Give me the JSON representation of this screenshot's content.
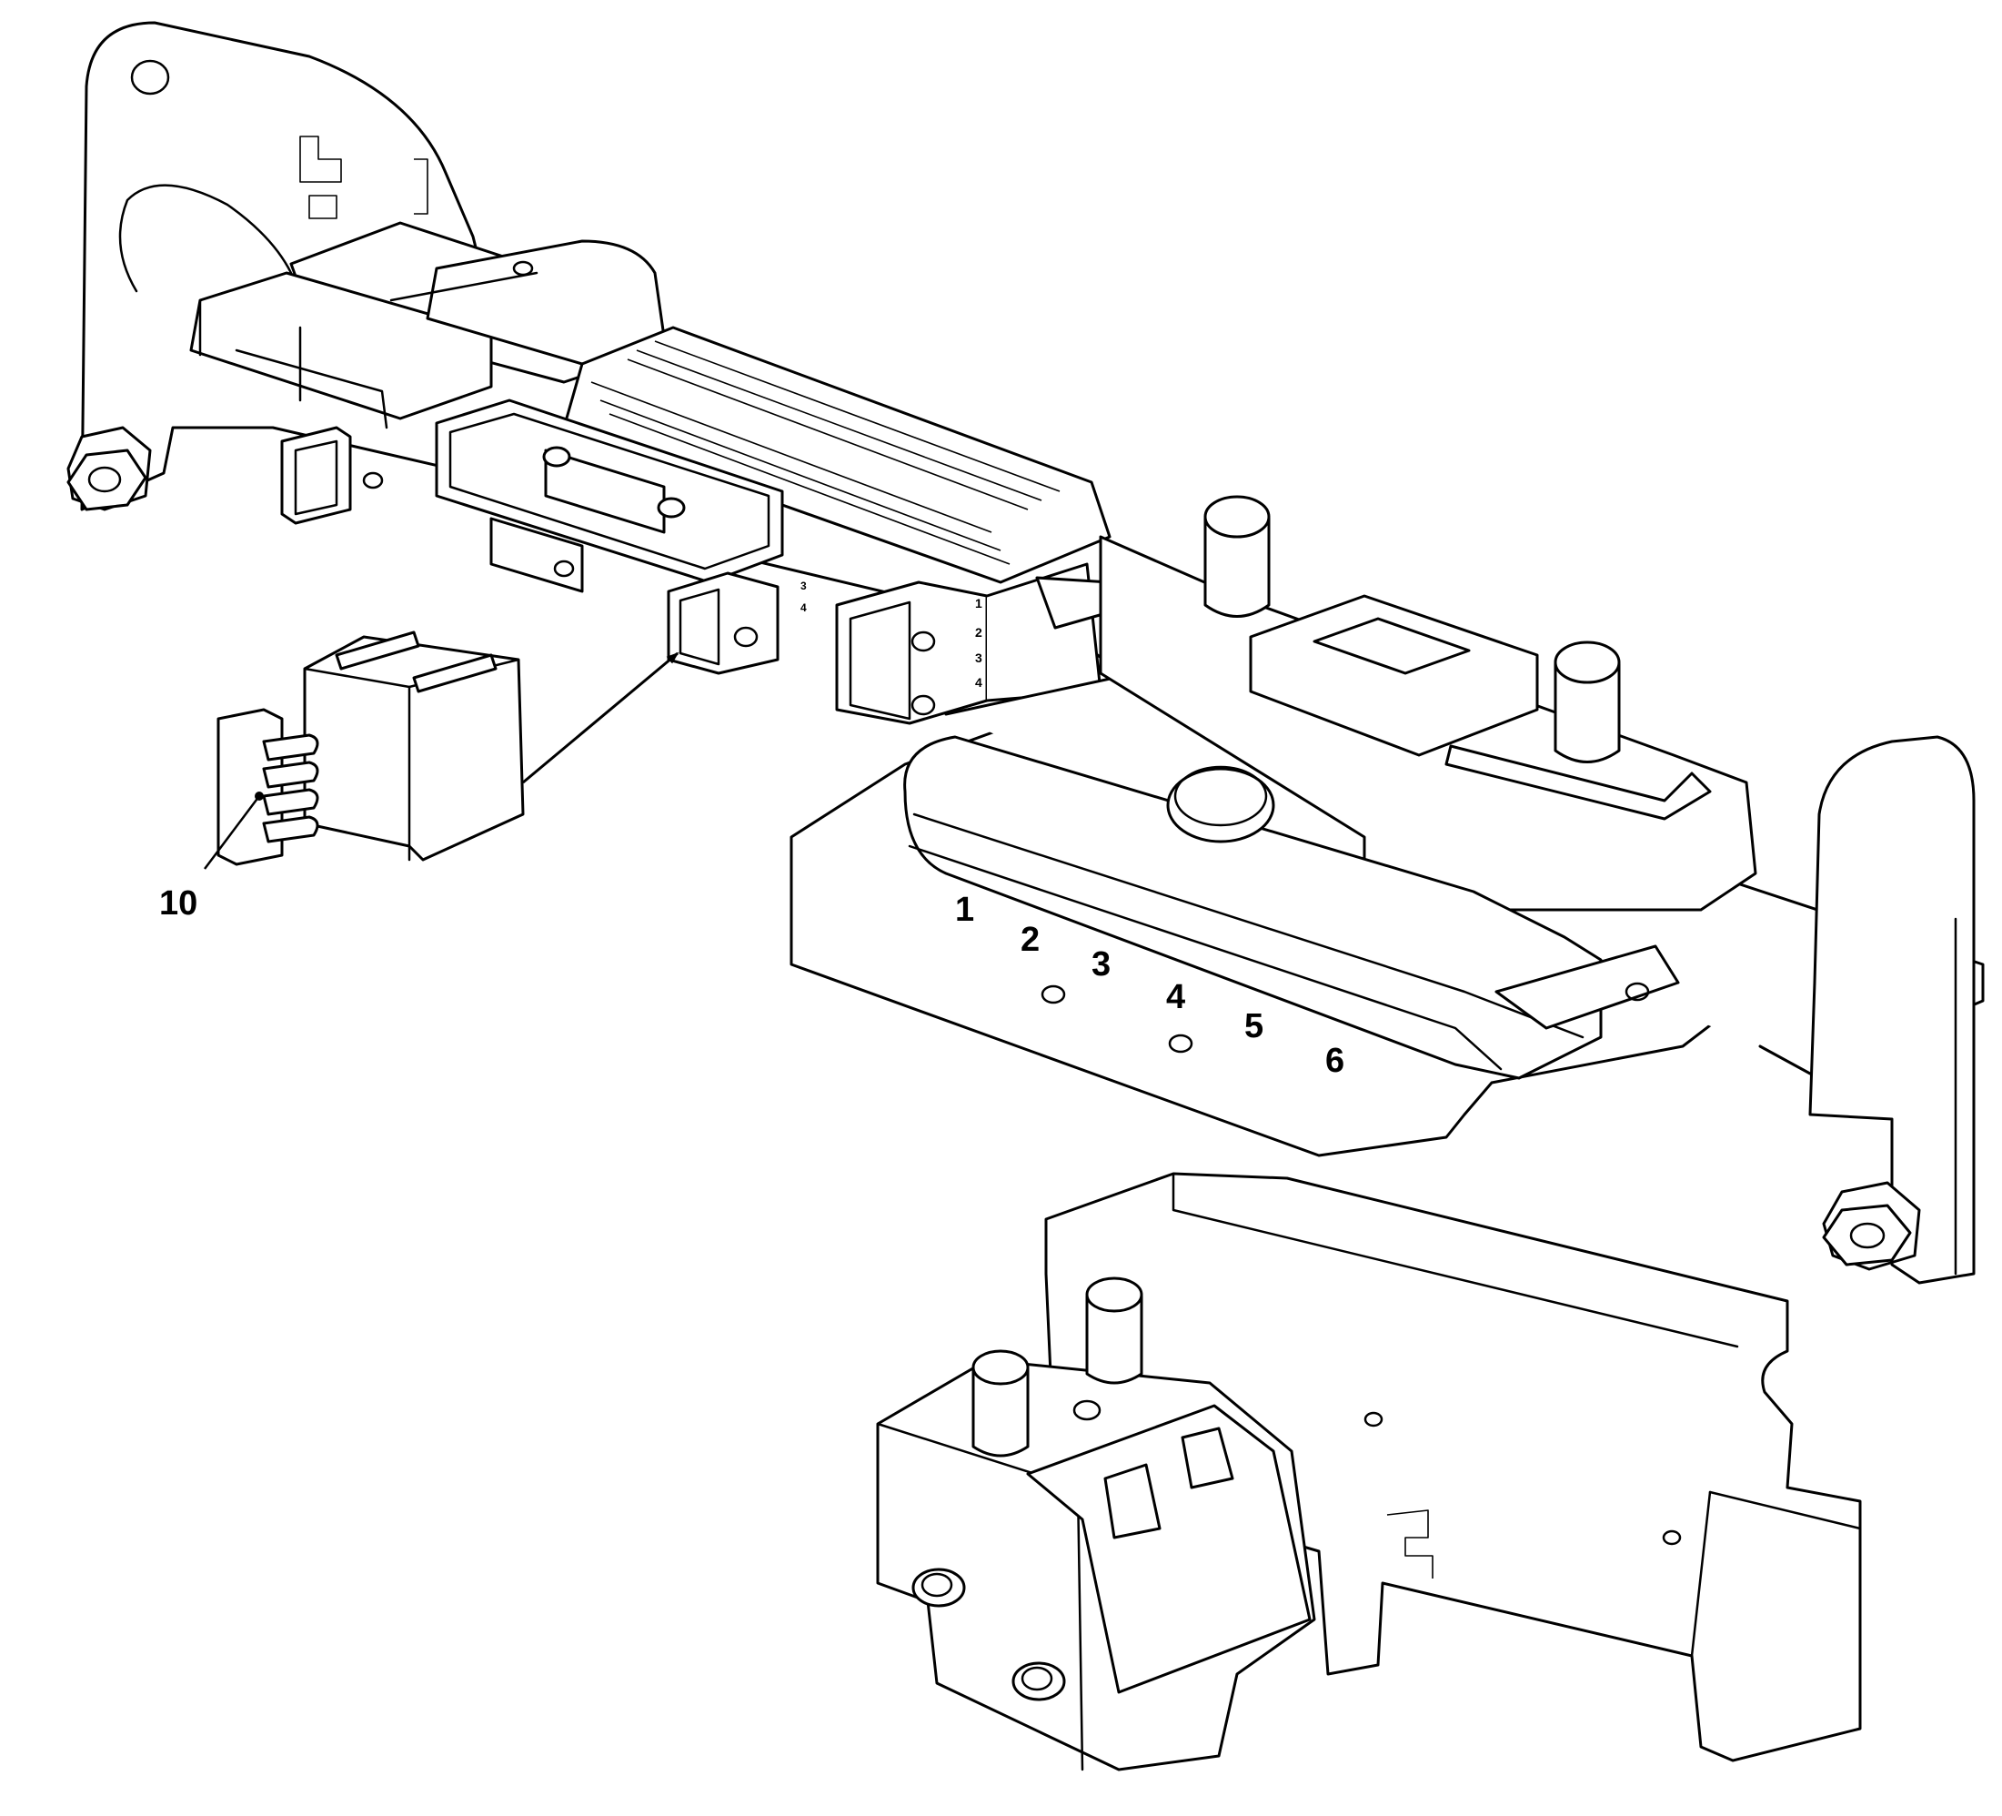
{
  "diagram": {
    "callout_main": "10",
    "pin_labels": [
      "1",
      "2",
      "3",
      "4",
      "5",
      "6"
    ],
    "side_pin_labels_a": [
      "1",
      "2",
      "3",
      "4"
    ],
    "side_pin_labels_b": [
      "3",
      "4"
    ]
  },
  "colors": {
    "line": "#000000",
    "fill": "#ffffff"
  }
}
